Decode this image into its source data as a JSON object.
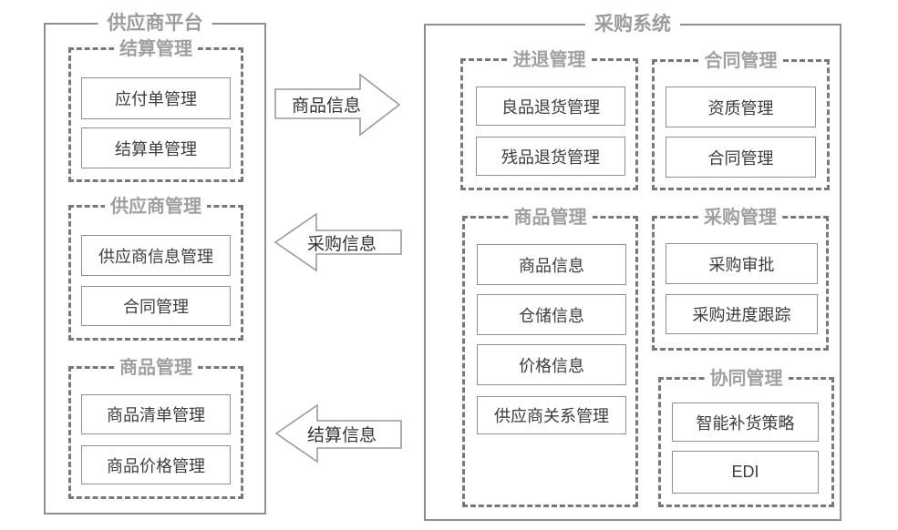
{
  "left_panel": {
    "title": "供应商平台",
    "groups": [
      {
        "title": "结算管理",
        "items": [
          "应付单管理",
          "结算单管理"
        ]
      },
      {
        "title": "供应商管理",
        "items": [
          "供应商信息管理",
          "合同管理"
        ]
      },
      {
        "title": "商品管理",
        "items": [
          "商品清单管理",
          "商品价格管理"
        ]
      }
    ]
  },
  "right_panel": {
    "title": "采购系统",
    "groups": [
      {
        "title": "进退管理",
        "items": [
          "良品退货管理",
          "残品退货管理"
        ]
      },
      {
        "title": "合同管理",
        "items": [
          "资质管理",
          "合同管理"
        ]
      },
      {
        "title": "商品管理",
        "items": [
          "商品信息",
          "仓储信息",
          "价格信息",
          "供应商关系管理"
        ]
      },
      {
        "title": "采购管理",
        "items": [
          "采购审批",
          "采购进度跟踪"
        ]
      },
      {
        "title": "协同管理",
        "items": [
          "智能补货策略",
          "EDI"
        ]
      }
    ]
  },
  "arrows": [
    {
      "label": "商品信息",
      "direction": "right"
    },
    {
      "label": "采购信息",
      "direction": "left"
    },
    {
      "label": "结算信息",
      "direction": "left"
    }
  ],
  "colors": {
    "background": "#ffffff",
    "panel_border": "#8f8f8f",
    "group_border": "#787878",
    "title_gray": "#9c9c9c",
    "module_text": "#3d3d3d",
    "arrow_outline": "#9a9a9a"
  }
}
